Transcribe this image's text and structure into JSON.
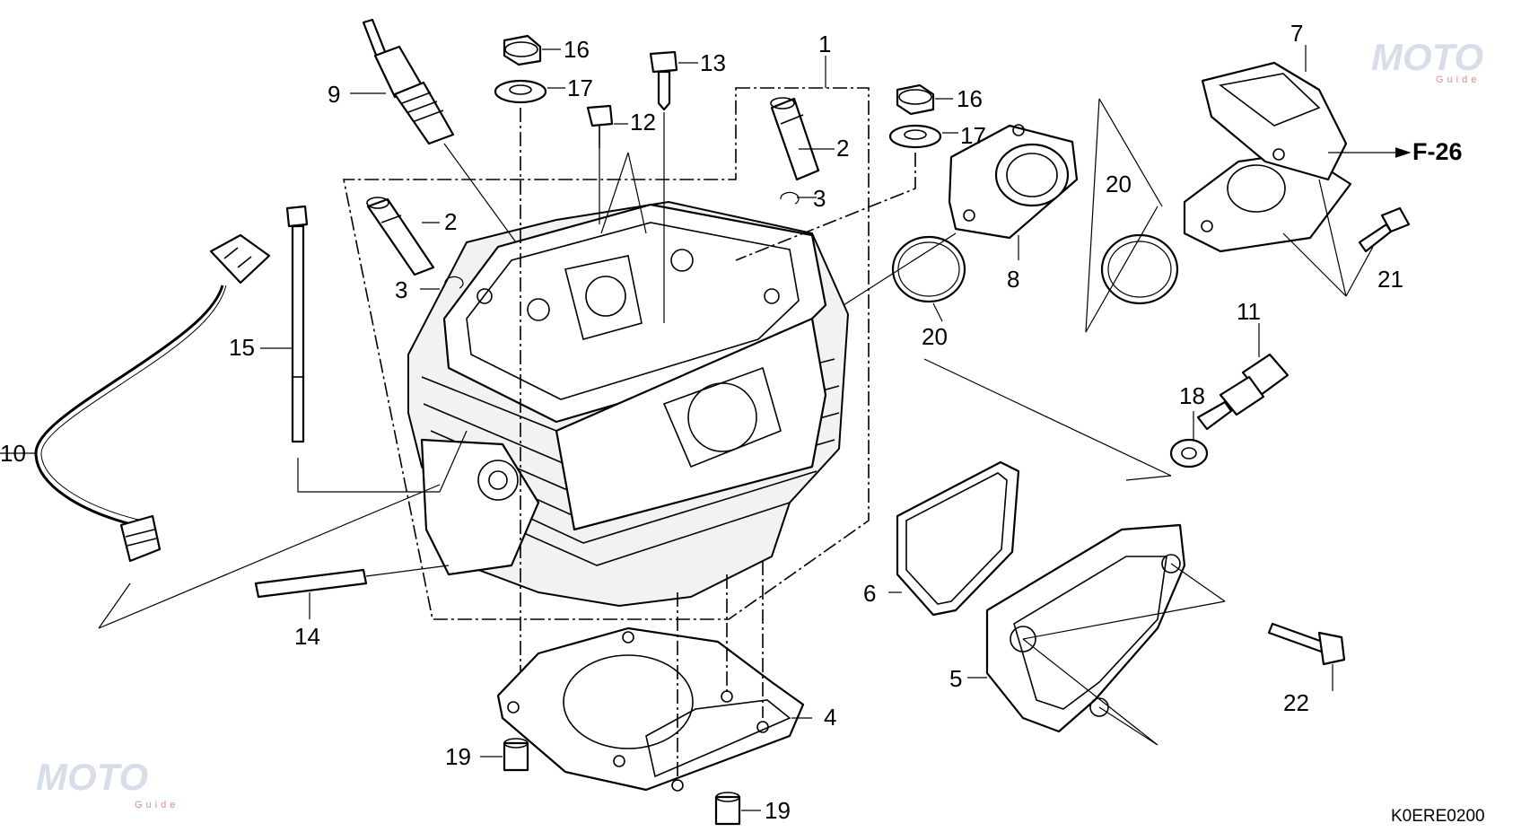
{
  "watermark": {
    "top_right": "MOTO",
    "top_right_sub": "Guide",
    "bottom_left": "MOTO",
    "bottom_left_sub": "Guide"
  },
  "diagram_code": "K0ERE0200",
  "reference": "F-26",
  "callouts": {
    "c1": "1",
    "c2a": "2",
    "c2b": "2",
    "c3a": "3",
    "c3b": "3",
    "c4": "4",
    "c5": "5",
    "c6": "6",
    "c7": "7",
    "c8": "8",
    "c9": "9",
    "c10": "10",
    "c11": "11",
    "c12": "12",
    "c13": "13",
    "c14": "14",
    "c15": "15",
    "c16a": "16",
    "c16b": "16",
    "c17a": "17",
    "c17b": "17",
    "c18": "18",
    "c19a": "19",
    "c19b": "19",
    "c20a": "20",
    "c20b": "20",
    "c21": "21",
    "c22": "22"
  },
  "colors": {
    "line": "#000000",
    "watermark_blue": "#b8c2d8",
    "watermark_red": "#e58a8a"
  }
}
